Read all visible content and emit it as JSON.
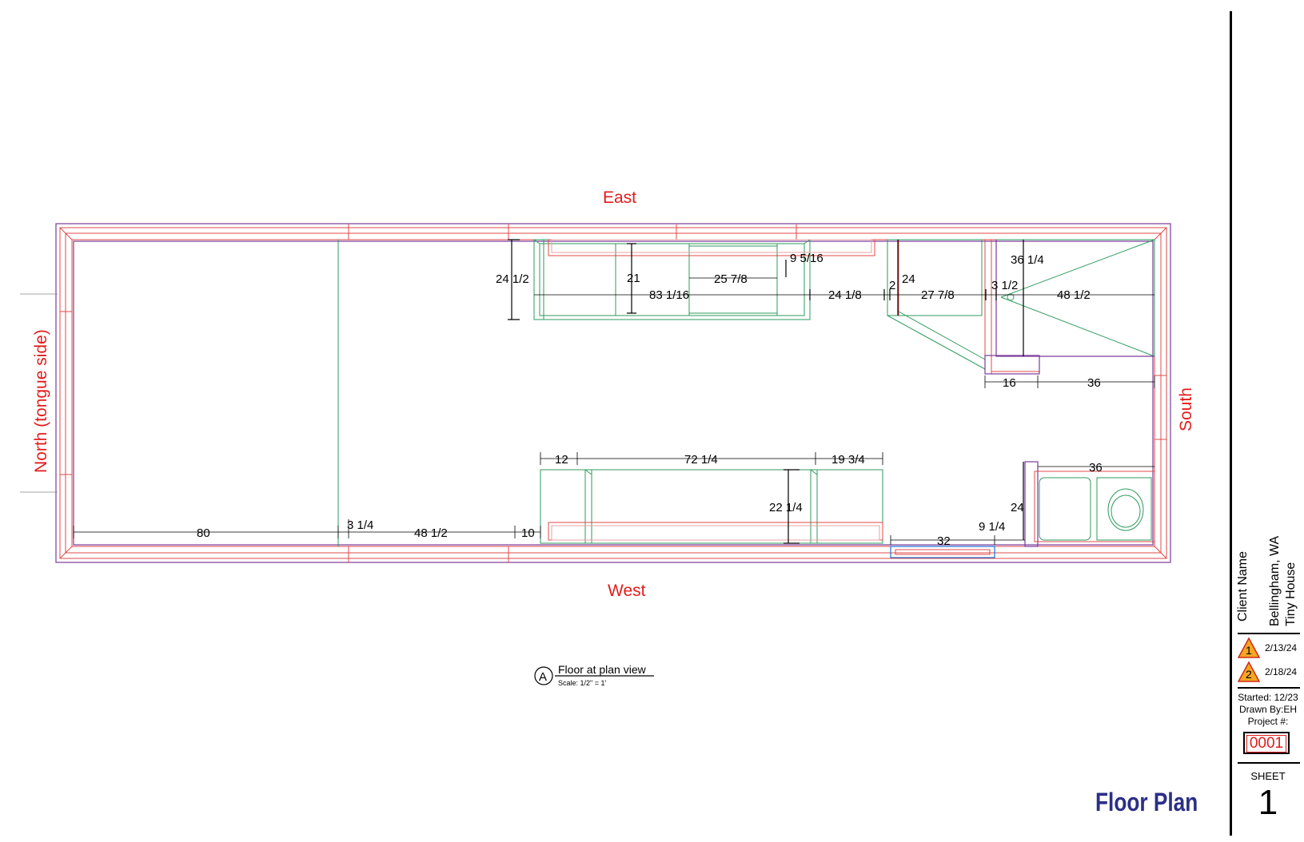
{
  "compass": {
    "east": "East",
    "west": "West",
    "north": "North (tongue side)",
    "south": "South"
  },
  "dimensions": {
    "d_24_1_2": "24 1/2",
    "d_21": "21",
    "d_25_7_8": "25 7/8",
    "d_9_5_16": "9 5/16",
    "d_83_1_16": "83 1/16",
    "d_24_1_8": "24 1/8",
    "d_2": "2",
    "d_24_a": "24",
    "d_27_7_8": "27 7/8",
    "d_3_1_2": "3 1/2",
    "d_36_1_4": "36 1/4",
    "d_48_1_2_a": "48 1/2",
    "d_16": "16",
    "d_36_a": "36",
    "d_12": "12",
    "d_72_1_4": "72 1/4",
    "d_19_3_4": "19 3/4",
    "d_22_1_4": "22 1/4",
    "d_36_b": "36",
    "d_24_b": "24",
    "d_9_1_4": "9 1/4",
    "d_32": "32",
    "d_80": "80",
    "d_3_1_4": "3 1/4",
    "d_48_1_2_b": "48 1/2",
    "d_10": "10"
  },
  "view_label": {
    "marker": "A",
    "title": "Floor at plan view",
    "scale": "Scale: 1/2\" = 1'"
  },
  "title_block": {
    "client": "Client Name",
    "location": "Bellingham,  WA",
    "project_name": "Tiny House",
    "revisions": [
      {
        "num": "1",
        "date": "2/13/24"
      },
      {
        "num": "2",
        "date": "2/18/24"
      }
    ],
    "started": "Started: 12/23",
    "drawn_by": "Drawn By:EH",
    "project_label": "Project #:",
    "project_number": "0001",
    "sheet_label": "SHEET",
    "sheet_number": "1",
    "drawing_title": "Floor Plan"
  },
  "colors": {
    "wall": "#e04848",
    "interior": "#7a3a9a",
    "fixtures": "#2e9b5e",
    "compass": "#e21b1b",
    "title": "#2b2f86"
  }
}
